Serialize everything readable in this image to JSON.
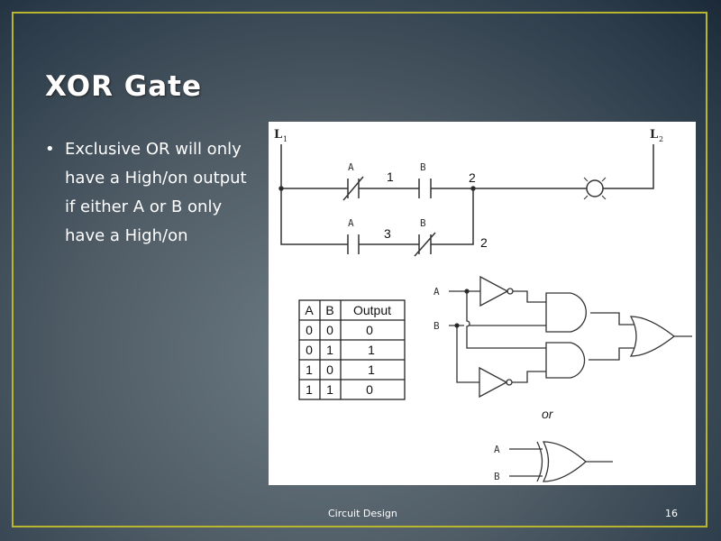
{
  "slide": {
    "title": "XOR Gate",
    "bullet": "Exclusive OR will only have a High/on output if either A or B only have a High/on",
    "footer": "Circuit Design",
    "page_number": "16",
    "border_color": "#b8b530"
  },
  "ladder": {
    "l1": "L",
    "l1_sub": "1",
    "l2": "L",
    "l2_sub": "2",
    "rung1": {
      "contact1": "A",
      "wire1": "1",
      "contact2": "B",
      "node": "2"
    },
    "rung2": {
      "contact1": "A",
      "wire1": "3",
      "contact2": "B",
      "node": "2"
    }
  },
  "logic": {
    "input_a": "A",
    "input_b": "B",
    "or_label": "or",
    "xor_a": "A",
    "xor_b": "B"
  },
  "truth_table": {
    "headers": [
      "A",
      "B",
      "Output"
    ],
    "rows": [
      [
        "0",
        "0",
        "0"
      ],
      [
        "0",
        "1",
        "1"
      ],
      [
        "1",
        "0",
        "1"
      ],
      [
        "1",
        "1",
        "0"
      ]
    ]
  }
}
